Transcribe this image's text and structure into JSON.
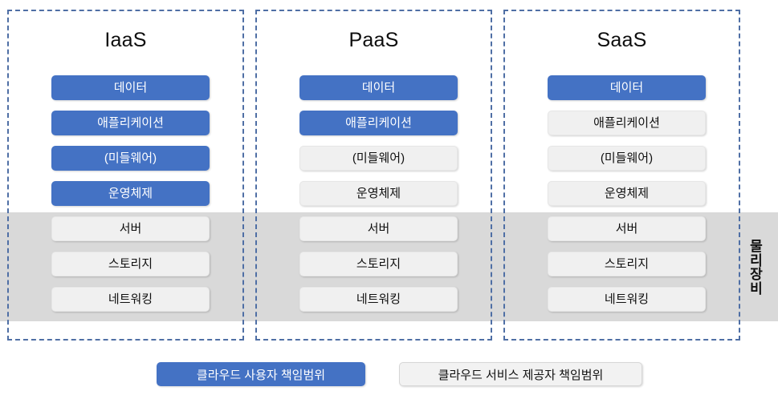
{
  "diagram": {
    "title_iaas": "IaaS",
    "title_paas": "PaaS",
    "title_saas": "SaaS",
    "physical_label_chars": [
      "물",
      "리",
      "장",
      "비"
    ],
    "physical_label": "물리장비",
    "colors": {
      "user_responsibility": "#4472C4",
      "provider_responsibility": "#F0F0F0",
      "physical_band": "#D9D9D9",
      "column_border": "#4F6FA5"
    },
    "columns": [
      {
        "name": "IaaS",
        "layers": [
          {
            "label": "데이터",
            "owner": "user"
          },
          {
            "label": "애플리케이션",
            "owner": "user"
          },
          {
            "label": "(미들웨어)",
            "owner": "user"
          },
          {
            "label": "운영체제",
            "owner": "user"
          },
          {
            "label": "서버",
            "owner": "provider"
          },
          {
            "label": "스토리지",
            "owner": "provider"
          },
          {
            "label": "네트워킹",
            "owner": "provider"
          }
        ]
      },
      {
        "name": "PaaS",
        "layers": [
          {
            "label": "데이터",
            "owner": "user"
          },
          {
            "label": "애플리케이션",
            "owner": "user"
          },
          {
            "label": "(미들웨어)",
            "owner": "provider"
          },
          {
            "label": "운영체제",
            "owner": "provider"
          },
          {
            "label": "서버",
            "owner": "provider"
          },
          {
            "label": "스토리지",
            "owner": "provider"
          },
          {
            "label": "네트워킹",
            "owner": "provider"
          }
        ]
      },
      {
        "name": "SaaS",
        "layers": [
          {
            "label": "데이터",
            "owner": "user"
          },
          {
            "label": "애플리케이션",
            "owner": "provider"
          },
          {
            "label": "(미들웨어)",
            "owner": "provider"
          },
          {
            "label": "운영체제",
            "owner": "provider"
          },
          {
            "label": "서버",
            "owner": "provider"
          },
          {
            "label": "스토리지",
            "owner": "provider"
          },
          {
            "label": "네트워킹",
            "owner": "provider"
          }
        ]
      }
    ],
    "legend": [
      {
        "label": "클라우드 사용자 책임범위",
        "owner": "user"
      },
      {
        "label": "클라우드 서비스 제공자 책임범위",
        "owner": "provider"
      }
    ]
  }
}
